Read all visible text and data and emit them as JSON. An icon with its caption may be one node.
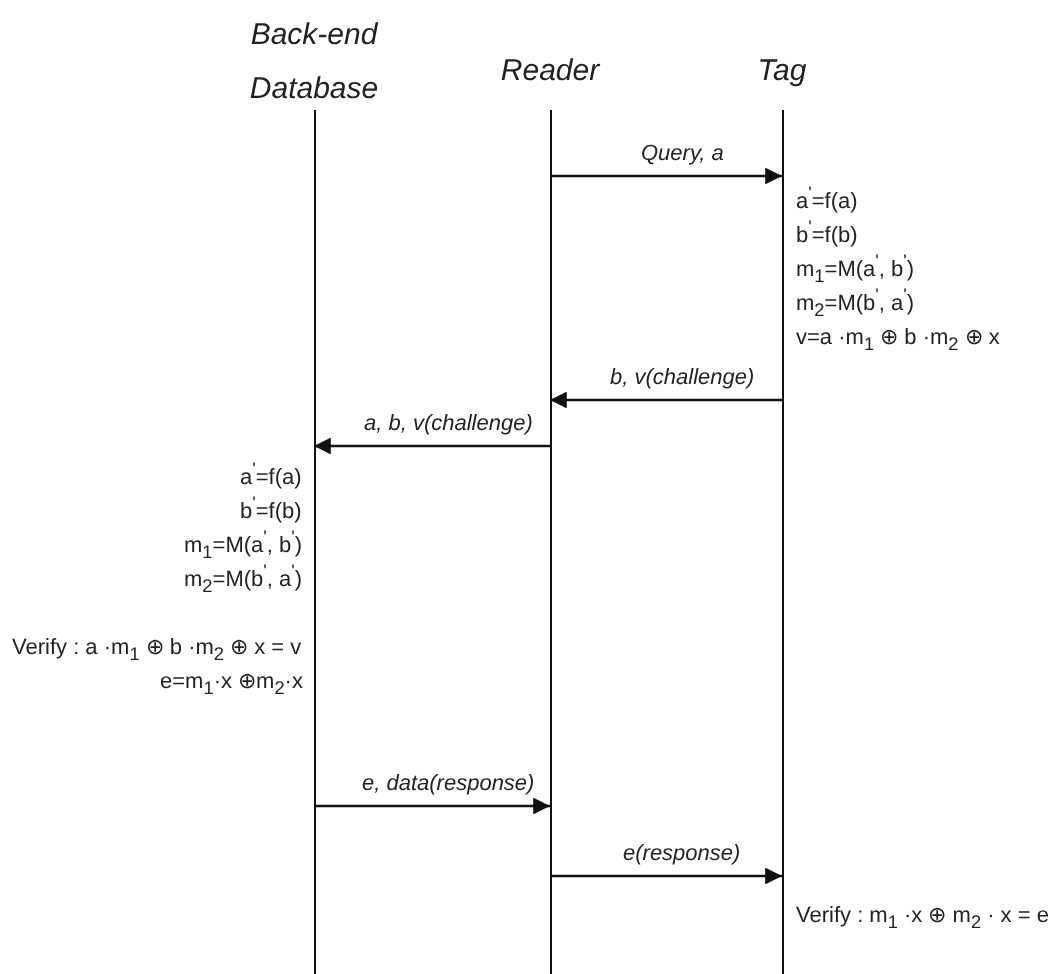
{
  "diagram": {
    "nodes": [
      {
        "text": [
          "Back-end Database"
        ]
      },
      {
        "text": [
          "Reader"
        ]
      },
      {
        "text": [
          "Tag"
        ]
      }
    ],
    "edges": [
      {
        "from": 1,
        "to": 2,
        "arrow": "to",
        "label": "Query, a"
      },
      {
        "from": 2,
        "to": 1,
        "arrow": "to",
        "label": "b, v(challenge)"
      },
      {
        "from": 1,
        "to": 0,
        "arrow": "to",
        "label": "a, b, v(challenge)"
      },
      {
        "from": 0,
        "to": 1,
        "arrow": "to",
        "label": "e, data(response)"
      },
      {
        "from": 1,
        "to": 2,
        "arrow": "to",
        "label": "e(response)"
      }
    ],
    "labels": [
      "a$^{'}$=f(a)",
      "b$^{'}$=f(b)",
      "m$_{1}$=M(a$^{'}$, b$^{'}$)",
      "m$_{2}$=M(b$^{'}$, a$^{'}$)",
      "v=a ·m$_{1}$ ⊕ b ·m$_{2}$ ⊕ x",
      "a$^{'}$=f(a)",
      "b$^{'}$=f(b)",
      "m$_{1}$=M(a$^{'}$, b$^{'}$)",
      "m$_{2}$=M(b$^{'}$, a$^{'}$)",
      "Verify : a ·m$_{1}$ ⊕ b ·m$_{2}$ ⊕ x = v",
      "e=m$_{1}$·x ⊕m$_{2}$·x",
      "Verify : m$_{1}$ ·x ⊕ m$_{2}$ · x = e"
    ]
  }
}
